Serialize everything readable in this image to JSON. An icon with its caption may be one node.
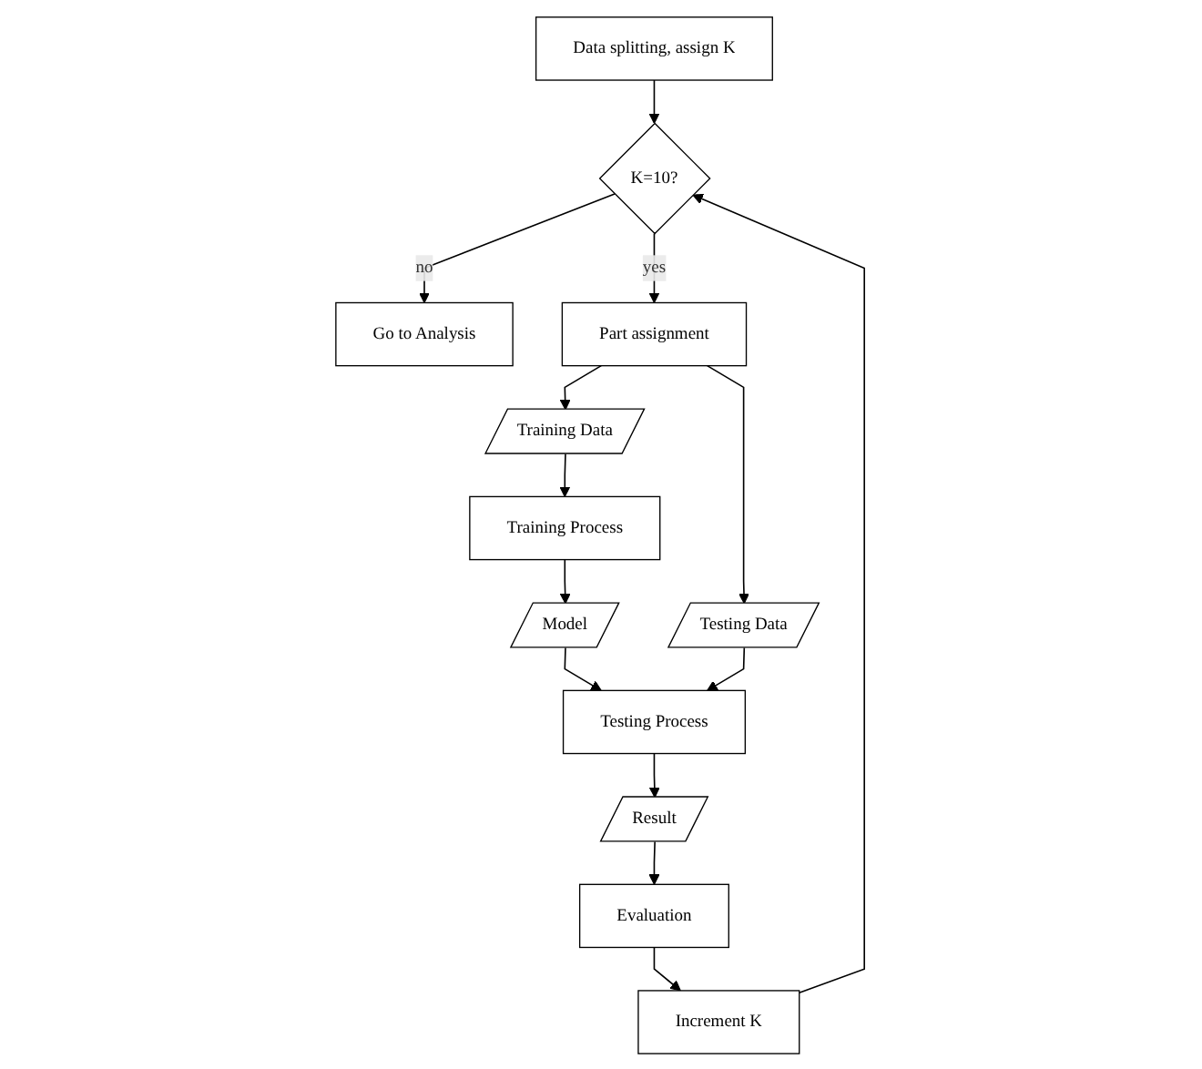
{
  "diagram": {
    "nodes": [
      {
        "text": [
          "Data splitting, assign K"
        ]
      },
      {
        "text": [
          "K=10?"
        ]
      },
      {
        "text": [
          "Go to Analysis"
        ]
      },
      {
        "text": [
          "Increment K"
        ]
      },
      {
        "text": [
          "Part assignment"
        ]
      },
      {
        "text": [
          "Training Data"
        ]
      },
      {
        "text": [
          "Testing Data"
        ]
      },
      {
        "text": [
          "Training Process"
        ]
      },
      {
        "text": [
          "Model"
        ]
      },
      {
        "text": [
          "Testing Process"
        ]
      },
      {
        "text": [
          "Result"
        ]
      },
      {
        "text": [
          "Evaluation"
        ]
      }
    ],
    "edges": [
      {
        "from": 0,
        "to": 1,
        "arrow": "to"
      },
      {
        "from": 1,
        "to": 2,
        "arrow": "to",
        "label": "no"
      },
      {
        "from": 3,
        "to": 1,
        "arrow": "to"
      },
      {
        "from": 1,
        "to": 4,
        "arrow": "to",
        "label": "yes"
      },
      {
        "from": 4,
        "to": 5,
        "arrow": "to"
      },
      {
        "from": 4,
        "to": 6,
        "arrow": "to"
      },
      {
        "from": 5,
        "to": 7,
        "arrow": "to"
      },
      {
        "from": 7,
        "to": 8,
        "arrow": "to"
      },
      {
        "from": 8,
        "to": 9,
        "arrow": "to"
      },
      {
        "from": 6,
        "to": 9,
        "arrow": "to"
      },
      {
        "from": 9,
        "to": 10,
        "arrow": "to"
      },
      {
        "from": 10,
        "to": 11,
        "arrow": "to"
      },
      {
        "from": 11,
        "to": 3,
        "arrow": "to"
      }
    ]
  }
}
